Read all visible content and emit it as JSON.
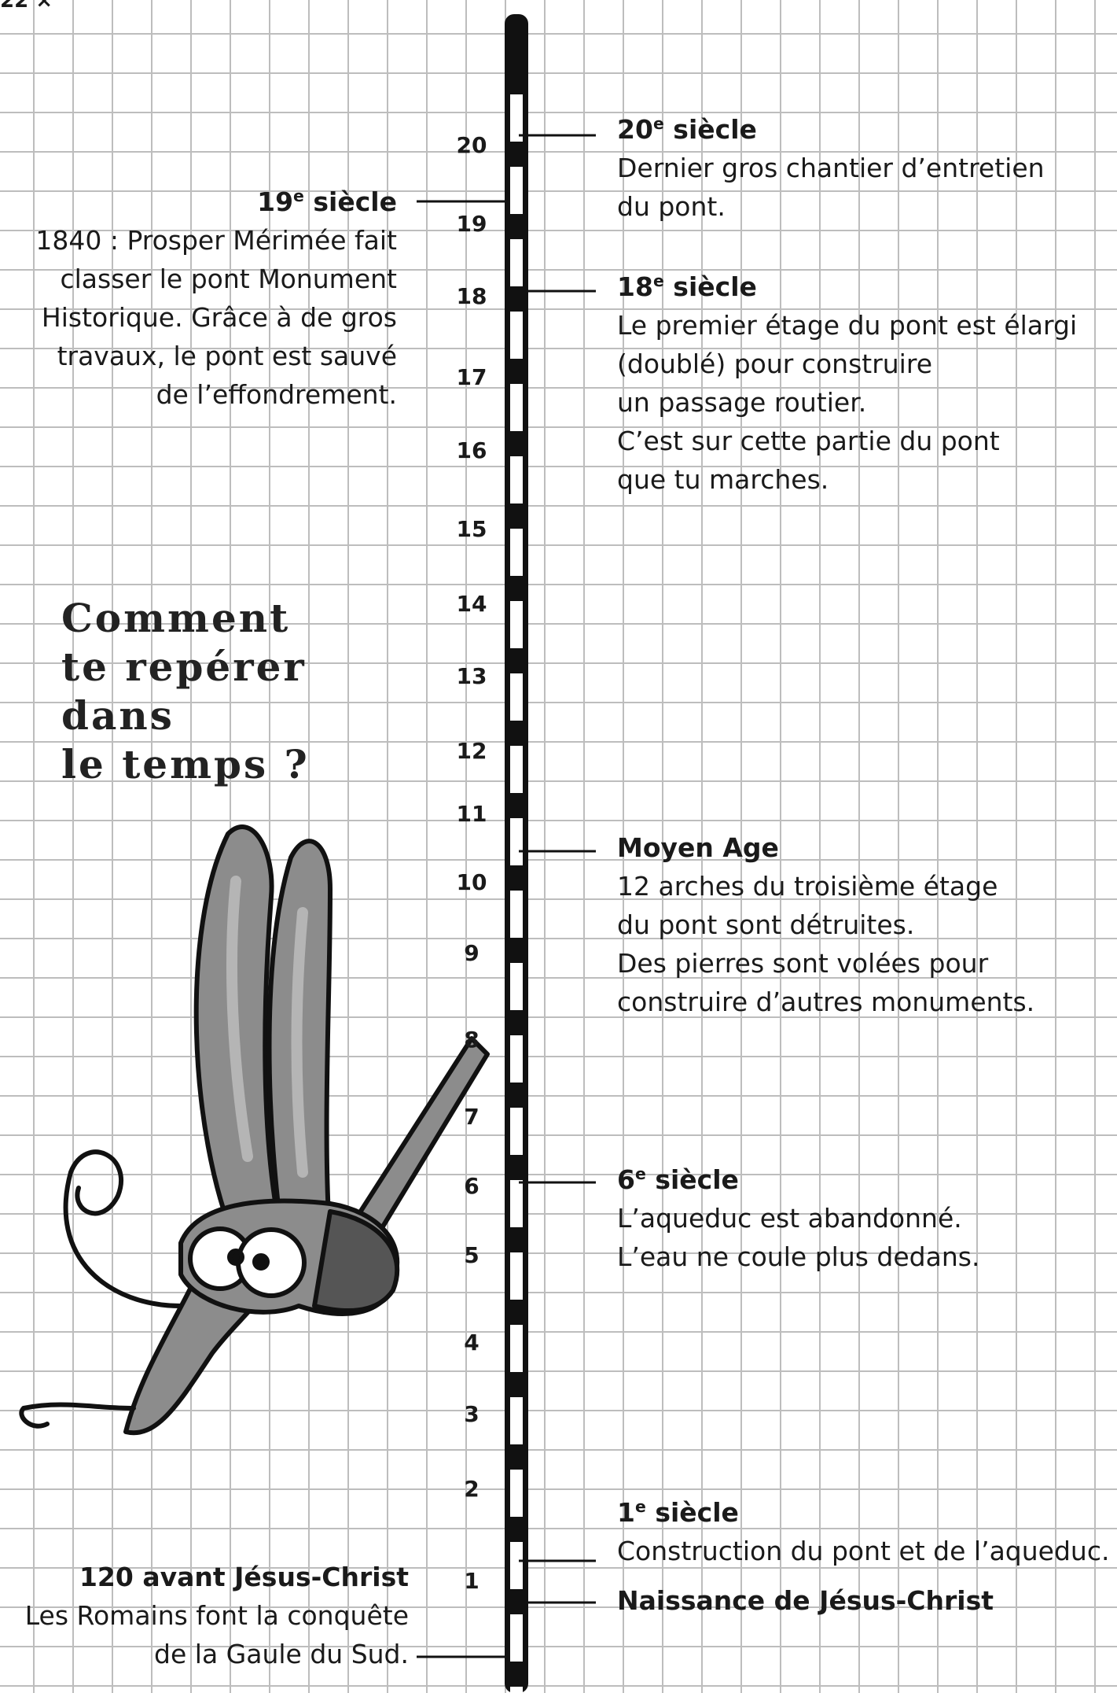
{
  "page_number": "22 ×",
  "heading": "Comment\nte repérer\ndans\nle temps ?",
  "axis": {
    "unit": "siècle",
    "ticks": [
      "1",
      "2",
      "3",
      "4",
      "5",
      "6",
      "7",
      "8",
      "9",
      "10",
      "11",
      "12",
      "13",
      "14",
      "15",
      "16",
      "17",
      "18",
      "19",
      "20"
    ]
  },
  "events": [
    {
      "id": "s20",
      "side": "right",
      "title": "20",
      "title_sup": "e",
      "title_rest": " siècle",
      "desc": "Dernier gros chantier d’entretien\ndu pont."
    },
    {
      "id": "s18",
      "side": "right",
      "title": "18",
      "title_sup": "e",
      "title_rest": " siècle",
      "desc": "Le premier étage du pont est élargi\n(doublé) pour construire\nun passage routier.\nC’est sur cette partie du pont\nque tu marches."
    },
    {
      "id": "s19",
      "side": "left",
      "title": "19",
      "title_sup": "e",
      "title_rest": " siècle",
      "desc": "1840 : Prosper Mérimée fait\nclasser le pont Monument\nHistorique. Grâce à de gros\ntravaux, le pont est sauvé\nde l’effondrement."
    },
    {
      "id": "ma",
      "side": "right",
      "title": "Moyen Age",
      "title_sup": "",
      "title_rest": "",
      "desc": "12 arches du troisième étage\ndu pont sont détruites.\nDes pierres sont volées pour\nconstruire d’autres monuments."
    },
    {
      "id": "s6",
      "side": "right",
      "title": "6",
      "title_sup": "e",
      "title_rest": " siècle",
      "desc": "L’aqueduc est abandonné.\nL’eau ne coule plus dedans."
    },
    {
      "id": "s1",
      "side": "right",
      "title": "1",
      "title_sup": "e",
      "title_rest": " siècle",
      "desc": "Construction du pont et de l’aqueduc."
    },
    {
      "id": "jc",
      "side": "right",
      "title": "Naissance de Jésus-Christ",
      "title_sup": "",
      "title_rest": "",
      "desc": ""
    },
    {
      "id": "bc",
      "side": "left",
      "title": "120 avant Jésus-Christ",
      "title_sup": "",
      "title_rest": "",
      "desc": "Les Romains font la conquête\nde la Gaule du Sud."
    }
  ],
  "colors": {
    "ink": "#111111",
    "grid": "#bdbdbd",
    "rabbit_fill": "#8c8c8c",
    "rabbit_dark": "#555555"
  }
}
